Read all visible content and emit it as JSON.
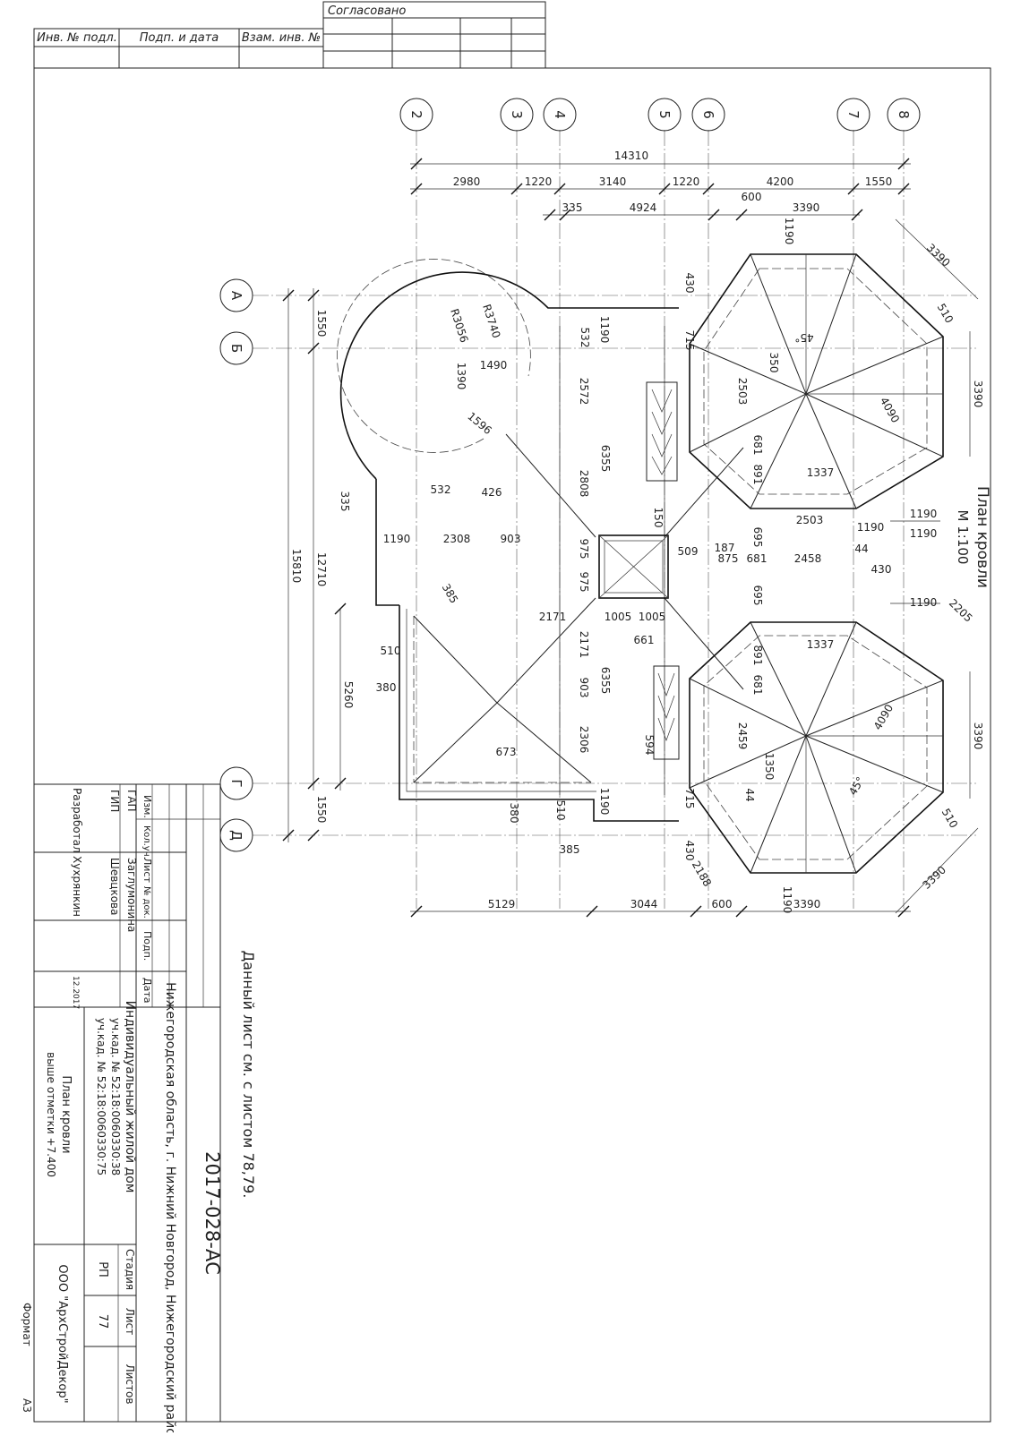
{
  "stamp_top": {
    "agreed": "Согласовано",
    "inv_podl": "Инв. № подл.",
    "podp_data": "Подп. и дата",
    "vzam_inv": "Взам. инв. №"
  },
  "axes_numbers": [
    "2",
    "3",
    "4",
    "5",
    "6",
    "7",
    "8"
  ],
  "axes_letters": [
    "А",
    "Б",
    "Г",
    "Д"
  ],
  "dims_top": {
    "overall": "14310",
    "row2": [
      "2980",
      "1220",
      "3140",
      "1220",
      "4200",
      "1550"
    ],
    "row3": [
      "335",
      "4924",
      "600",
      "3390"
    ]
  },
  "dims_bottom": [
    "5129",
    "3044",
    "600",
    "3390"
  ],
  "dims_left": [
    "1550",
    "15810",
    "12710",
    "5260",
    "1550"
  ],
  "dims_right": [
    "3390",
    "510",
    "3390",
    "1190",
    "1190",
    "2205",
    "3390",
    "510",
    "3390"
  ],
  "dims_inner": [
    "R3740",
    "R3056",
    "1390",
    "1490",
    "1596",
    "532",
    "426",
    "335",
    "1190",
    "2308",
    "903",
    "385",
    "510",
    "380",
    "673",
    "380",
    "510",
    "385",
    "2572",
    "2808",
    "975",
    "975",
    "6355",
    "6355",
    "2171",
    "2171",
    "1005",
    "1005",
    "903",
    "2306",
    "150",
    "1190",
    "532",
    "715",
    "430",
    "1190",
    "661",
    "594",
    "509",
    "187",
    "875",
    "681",
    "2458",
    "2503",
    "1190",
    "44",
    "430",
    "695",
    "695",
    "681",
    "891",
    "891",
    "681",
    "2503",
    "350",
    "1337",
    "1337",
    "2459",
    "1350",
    "44",
    "715",
    "430",
    "2188",
    "1190",
    "4090",
    "4090",
    "45°",
    "45°",
    "1190",
    "1190"
  ],
  "plan_title": "План кровли",
  "plan_scale": "М 1:100",
  "note": "Данный лист см. с листом 78,79.",
  "title_block": {
    "code": "2017-028-АС",
    "address": "Нижегородская область, г. Нижний Новгород, Нижегородский район",
    "object_line1": "Индивидуальный жилой дом",
    "object_line2": "уч.кад. № 52:18:0060330:38",
    "object_line3": "уч.кад. № 52:18:0060330:75",
    "sheet_name_1": "План кровли",
    "sheet_name_2": "выше отметки +7.400",
    "company": "ООО \"АрхСтройДекор\"",
    "col_izm": "Изм.",
    "col_kol": "Кол.уч.",
    "col_list": "Лист",
    "col_ndok": "№ док.",
    "col_podp": "Подп.",
    "col_data": "Дата",
    "role_gap": "ГАП",
    "role_gip": "ГИП",
    "role_razrab": "Разработал",
    "name_gap": "Заглумонина",
    "name_gip": "Шевцкова",
    "name_razrab": "Хухрянкин",
    "date_razrab": "12.2017",
    "stage_label": "Стадия",
    "sheet_label": "Лист",
    "sheets_label": "Листов",
    "stage": "РП",
    "sheet": "77",
    "sheets": ""
  },
  "format_label": "Формат",
  "format_value": "А3"
}
